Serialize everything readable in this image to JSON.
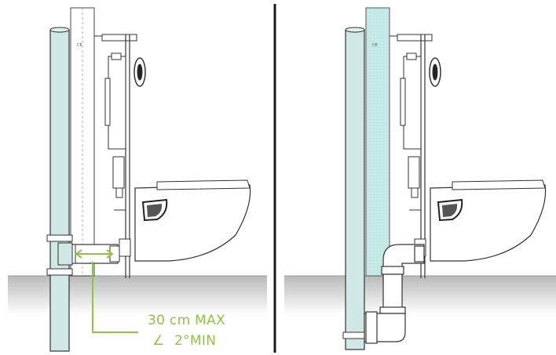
{
  "annotation": {
    "length_text": "30 cm MAX",
    "slope_symbol": "∠",
    "slope_text": "2°MIN"
  },
  "colors": {
    "accent": "#8cc63f",
    "pipe_fill": "#cfe8e6",
    "pipe_stroke": "#333333",
    "wall_tint": "#c9ebe7",
    "floor_top": "#b8b8b8",
    "floor_bottom": "#ffffff",
    "divider": "#1a1a1a"
  },
  "panels": [
    {
      "name": "left-panel-horizontal-outlet"
    },
    {
      "name": "right-panel-vertical-outlet"
    }
  ]
}
